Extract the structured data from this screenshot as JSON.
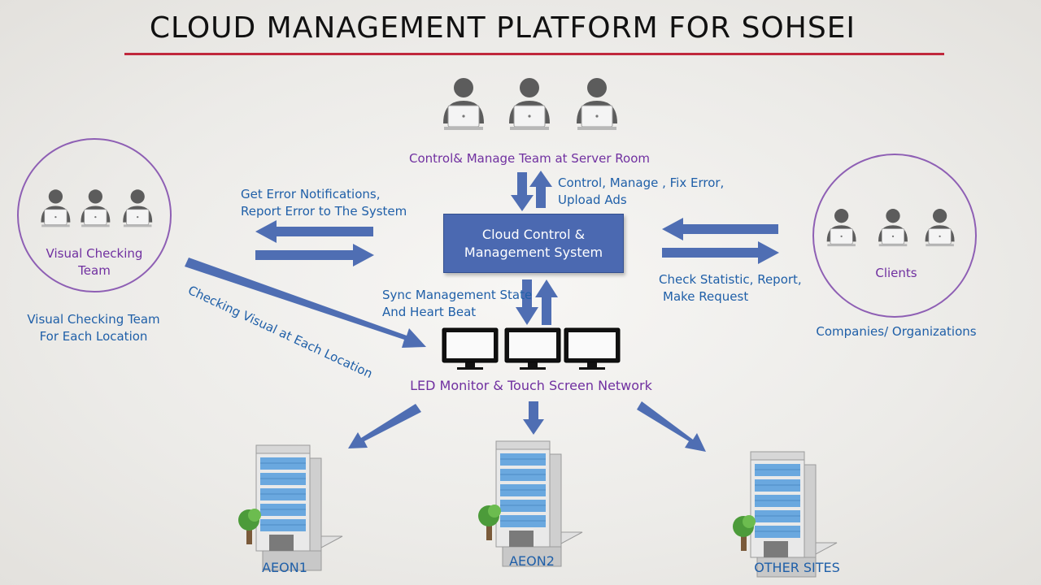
{
  "title": "CLOUD MANAGEMENT PLATFORM FOR SOHSEI",
  "server_team": {
    "label": "Control& Manage Team at Server Room"
  },
  "server_arrows_label": {
    "line1": "Control, Manage , Fix Error,",
    "line2": "Upload Ads"
  },
  "cloud_box": {
    "line1": "Cloud Control &",
    "line2": "Management System"
  },
  "left_arrows_label": {
    "line1": "Get Error Notifications,",
    "line2": "Report Error to The System"
  },
  "right_arrows_label": {
    "line1": "Check Statistic, Report,",
    "line2": "Make Request"
  },
  "sync_label": {
    "line1": "Sync Management State",
    "line2": "And Heart Beat"
  },
  "visual_team": {
    "circle_line1": "Visual Checking",
    "circle_line2": "Team",
    "caption_line1": "Visual Checking Team",
    "caption_line2": "For Each Location"
  },
  "diagonal_label": "Checking Visual at Each Location",
  "clients": {
    "circle_label": "Clients",
    "caption": "Companies/ Organizations"
  },
  "led_network": {
    "label": "LED Monitor & Touch Screen Network"
  },
  "sites": [
    "AEON1",
    "AEON2",
    "OTHER SITES"
  ],
  "colors": {
    "arrow": "#4f6eb3",
    "purple": "#7030a0",
    "blue": "#1f5fa8",
    "title_rule": "#c0283c",
    "box": "#4b69b1"
  },
  "icons": [
    "person-laptop-icon",
    "monitor-icon",
    "building-icon",
    "arrow-icon"
  ]
}
